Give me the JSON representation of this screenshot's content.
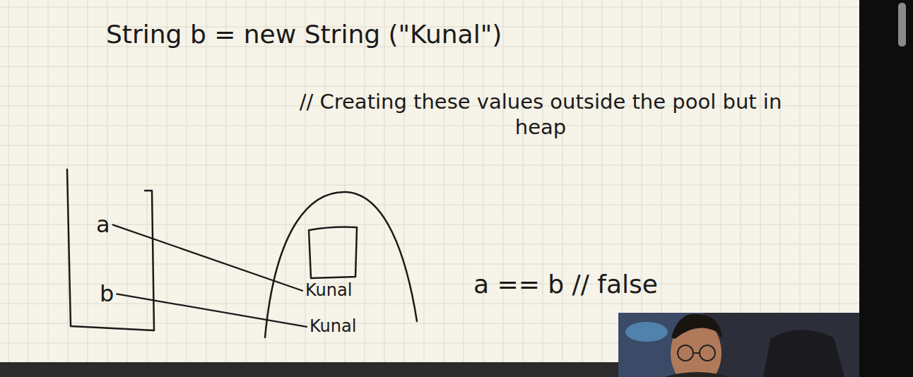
{
  "diagram": {
    "nodes": [
      {
        "text": [
          "a"
        ]
      },
      {
        "text": [
          "b"
        ]
      },
      {
        "text": [
          "Kunal"
        ]
      },
      {
        "text": [
          "Kunal"
        ]
      }
    ],
    "edges": [
      {
        "from": 0,
        "to": 2,
        "arrow": "none"
      },
      {
        "from": 1,
        "to": 3,
        "arrow": "none"
      }
    ],
    "labels": [
      "String b = new String (\"Kunal\")",
      "// Creating these values outside the pool but in heap",
      "a == b // false"
    ]
  }
}
